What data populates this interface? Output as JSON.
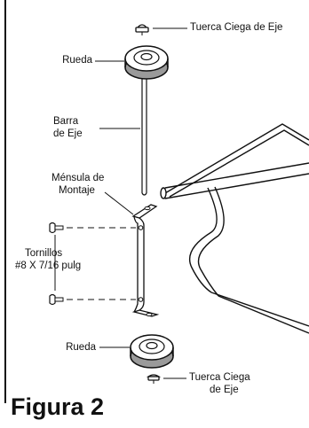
{
  "labels": {
    "top_acorn_nut": "Tuerca Ciega de Eje",
    "top_wheel": "Rueda",
    "axle_bar_line1": "Barra",
    "axle_bar_line2": "de Eje",
    "bracket_line1": "Ménsula de",
    "bracket_line2": "Montaje",
    "screws_line1": "Tornillos",
    "screws_line2": "#8 X 7/16 pulg",
    "bottom_wheel": "Rueda",
    "bottom_acorn_nut_line1": "Tuerca Ciega",
    "bottom_acorn_nut_line2": "de Eje"
  },
  "figure_title": "Figura 2",
  "colors": {
    "ink": "#111111",
    "wheel_shade": "#9a9a9a",
    "background": "#ffffff"
  }
}
